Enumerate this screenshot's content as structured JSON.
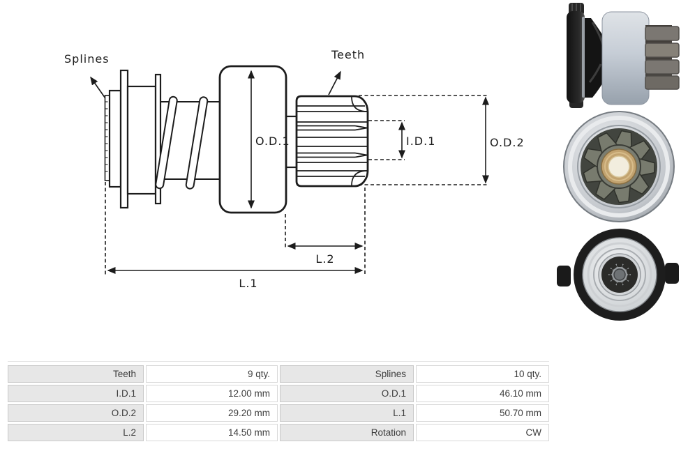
{
  "page": {
    "background": "#ffffff"
  },
  "diagram": {
    "labels": {
      "splines": "Splines",
      "teeth": "Teeth",
      "od1": "O.D.1",
      "id1": "I.D.1",
      "od2": "O.D.2",
      "l2": "L.2",
      "l1": "L.1"
    },
    "line_color": "#1c1c1c"
  },
  "photos": {
    "side_view": "bendix-side-view-photo",
    "front_view": "pinion-gear-front-photo",
    "back_view": "spline-bore-back-photo"
  },
  "specs": {
    "rows": [
      {
        "c0": "Teeth",
        "c1": "9 qty.",
        "c2": "Splines",
        "c3": "10 qty."
      },
      {
        "c0": "I.D.1",
        "c1": "12.00 mm",
        "c2": "O.D.1",
        "c3": "46.10 mm"
      },
      {
        "c0": "O.D.2",
        "c1": "29.20 mm",
        "c2": "L.1",
        "c3": "50.70 mm"
      },
      {
        "c0": "L.2",
        "c1": "14.50 mm",
        "c2": "Rotation",
        "c3": "CW"
      }
    ]
  },
  "colors": {
    "drawing_line": "#1c1c1c",
    "table_label_bg": "#e7e7e7",
    "table_border": "#c9c9c9",
    "drum_gray_blue": "#c6cdd6",
    "gear_metal": "#7b7772",
    "brass": "#c2a370",
    "black_plastic": "#1d1d1d",
    "silver_metal": "#c7cbd0"
  }
}
